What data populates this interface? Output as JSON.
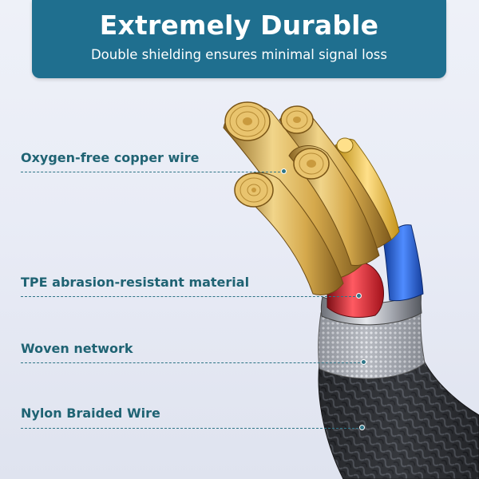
{
  "banner": {
    "title": "Extremely Durable",
    "subtitle": "Double shielding ensures minimal signal loss"
  },
  "labels": [
    {
      "text": "Oxygen-free copper wire"
    },
    {
      "text": "TPE abrasion-resistant material"
    },
    {
      "text": "Woven network"
    },
    {
      "text": "Nylon Braided Wire"
    }
  ],
  "colors": {
    "banner": "#1f6f8f",
    "label": "#1f6373",
    "leader": "#2f7587",
    "copper": "#d9b45a",
    "copper_dark": "#9c7424",
    "tpe_red": "#c8202a",
    "tpe_blue": "#1f5fd6",
    "woven_metal": "#b8bcc4",
    "nylon_braid": "#2a2c30"
  }
}
